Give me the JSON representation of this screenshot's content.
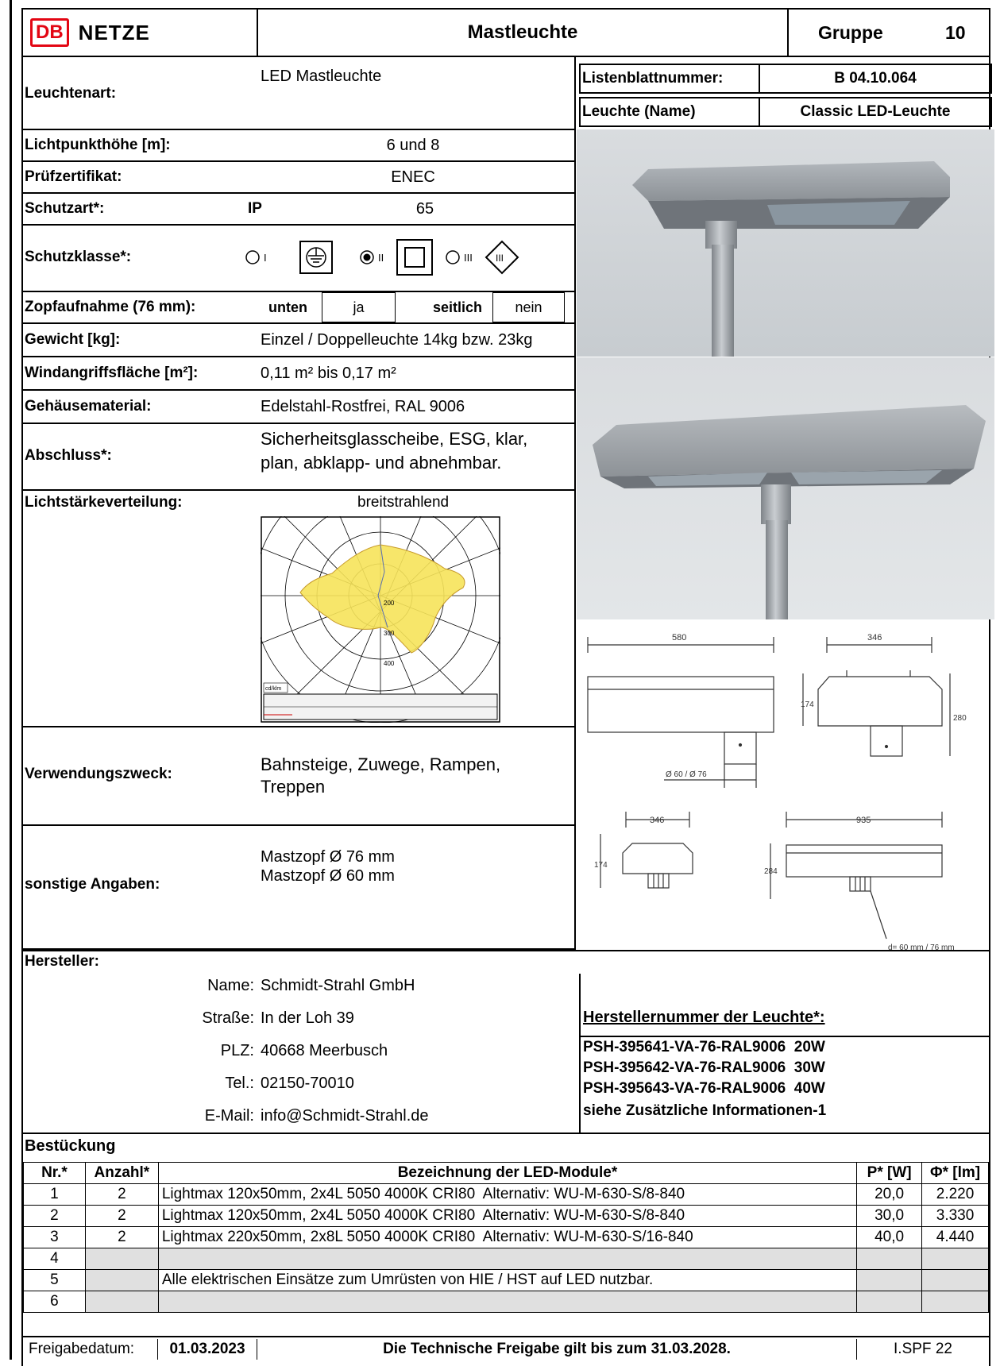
{
  "header": {
    "logo_db": "DB",
    "logo_netze": "NETZE",
    "title": "Mastleuchte",
    "gruppe_label": "Gruppe",
    "gruppe_value": "10"
  },
  "fields": {
    "leuchtenart_label": "Leuchtenart:",
    "leuchtenart_value": "LED Mastleuchte",
    "lichtpunkthoehe_label": "Lichtpunkthöhe [m]:",
    "lichtpunkthoehe_value": "6 und 8",
    "pruefzertifikat_label": "Prüfzertifikat:",
    "pruefzertifikat_value": "ENEC",
    "schutzart_label": "Schutzart*:",
    "schutzart_ip": "IP",
    "schutzart_value": "65",
    "schutzklasse_label": "Schutzklasse*:",
    "schutzklasse_options": [
      "I",
      "II",
      "III"
    ],
    "schutzklasse_selected": "II",
    "zopf_label": "Zopfaufnahme (76 mm):",
    "zopf_unten_label": "unten",
    "zopf_unten_value": "ja",
    "zopf_seitlich_label": "seitlich",
    "zopf_seitlich_value": "nein",
    "gewicht_label": "Gewicht [kg]:",
    "gewicht_value": "Einzel / Doppelleuchte 14kg bzw. 23kg",
    "wind_label": "Windangriffsfläche [m²]:",
    "wind_value": "0,11 m² bis 0,17 m²",
    "gehaeuse_label": "Gehäusematerial:",
    "gehaeuse_value": "Edelstahl-Rostfrei, RAL 9006",
    "abschluss_label": "Abschluss*:",
    "abschluss_value_1": "Sicherheitsglasscheibe, ESG, klar,",
    "abschluss_value_2": "plan, abklapp- und abnehmbar.",
    "lichtstaerke_label": "Lichtstärkeverteilung:",
    "lichtstaerke_value": "breitstrahlend",
    "polar_unit": "cd/klm",
    "polar_ticks": [
      "200",
      "300",
      "400"
    ],
    "verwendung_label": "Verwendungszweck:",
    "verwendung_value_1": "Bahnsteige, Zuwege, Rampen,",
    "verwendung_value_2": "Treppen",
    "sonstige_label": "sonstige Angaben:",
    "sonstige_value_1": "Mastzopf Ø 76 mm",
    "sonstige_value_2": "Mastzopf Ø 60 mm"
  },
  "right_header": {
    "listenblatt_label": "Listenblattnummer:",
    "listenblatt_value": "B 04.10.064",
    "leuchte_label": "Leuchte (Name)",
    "leuchte_value": "Classic LED-Leuchte"
  },
  "drawing": {
    "dim_580": "580",
    "dim_346_top": "346",
    "dim_174_side": "174",
    "dim_280": "280",
    "dim_diameter": "Ø 60 / Ø 76",
    "dim_346_b": "346",
    "dim_174_b": "174",
    "dim_935": "935",
    "dim_284": "284",
    "dim_d": "d= 60 mm / 76 mm"
  },
  "hersteller": {
    "label": "Hersteller:",
    "name_label": "Name:",
    "name_value": "Schmidt-Strahl GmbH",
    "strasse_label": "Straße:",
    "strasse_value": "In der Loh 39",
    "plz_label": "PLZ:",
    "plz_value": "40668 Meerbusch",
    "tel_label": "Tel.:",
    "tel_value": "02150-70010",
    "email_label": "E-Mail:",
    "email_value": "info@Schmidt-Strahl.de",
    "nummer_label": "Herstellernummer der Leuchte*:",
    "nummern": [
      "PSH-395641-VA-76-RAL9006  20W",
      "PSH-395642-VA-76-RAL9006  30W",
      "PSH-395643-VA-76-RAL9006  40W",
      "siehe Zusätzliche Informationen-1"
    ]
  },
  "bestueckung": {
    "label": "Bestückung",
    "headers": [
      "Nr.*",
      "Anzahl*",
      "Bezeichnung der LED-Module*",
      "P* [W]",
      "Φ* [lm]"
    ],
    "rows": [
      {
        "nr": "1",
        "anzahl": "2",
        "bez": "Lightmax 120x50mm, 2x4L 5050 4000K CRI80  Alternativ: WU-M-630-S/8-840",
        "p": "20,0",
        "phi": "2.220"
      },
      {
        "nr": "2",
        "anzahl": "2",
        "bez": "Lightmax 120x50mm, 2x4L 5050 4000K CRI80  Alternativ: WU-M-630-S/8-840",
        "p": "30,0",
        "phi": "3.330"
      },
      {
        "nr": "3",
        "anzahl": "2",
        "bez": "Lightmax 220x50mm, 2x8L 5050 4000K CRI80  Alternativ: WU-M-630-S/16-840",
        "p": "40,0",
        "phi": "4.440"
      },
      {
        "nr": "4",
        "anzahl": "",
        "bez": "",
        "p": "",
        "phi": ""
      },
      {
        "nr": "5",
        "anzahl": "",
        "bez": "Alle elektrischen Einsätze zum Umrüsten von HIE / HST auf LED nutzbar.",
        "p": "",
        "phi": ""
      },
      {
        "nr": "6",
        "anzahl": "",
        "bez": "",
        "p": "",
        "phi": ""
      }
    ]
  },
  "footer": {
    "freigabe_label": "Freigabedatum:",
    "freigabe_value": "01.03.2023",
    "notice": "Die Technische Freigabe gilt bis zum 31.03.2028.",
    "code": "I.SPF 22"
  }
}
